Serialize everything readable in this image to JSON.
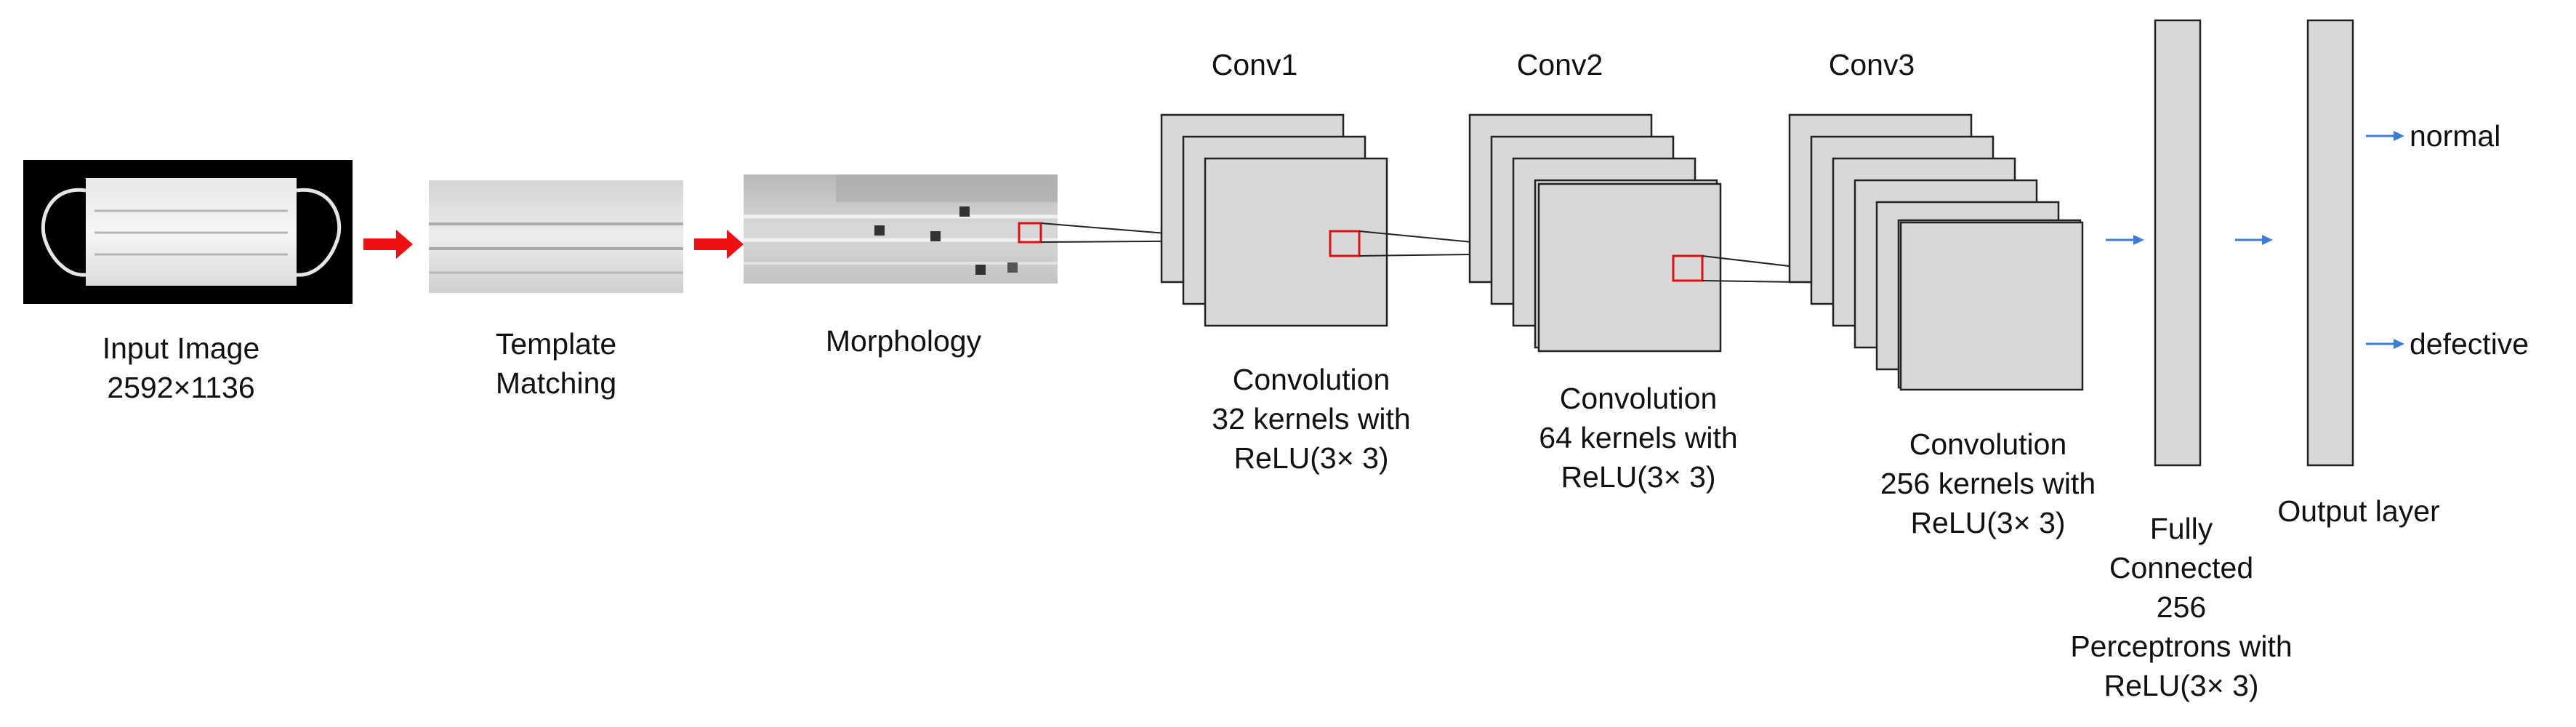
{
  "pipeline": {
    "input_label": [
      "Input Image",
      "2592×1136"
    ],
    "template_label": [
      "Template",
      "Matching"
    ],
    "morphology_label": "Morphology"
  },
  "layers": {
    "conv1": {
      "title": "Conv1",
      "caption": [
        "Convolution",
        "32 kernels with",
        "ReLU(3× 3)"
      ]
    },
    "conv2": {
      "title": "Conv2",
      "caption": [
        "Convolution",
        "64 kernels with",
        "ReLU(3× 3)"
      ]
    },
    "conv3": {
      "title": "Conv3",
      "caption": [
        "Convolution",
        "256 kernels with",
        "ReLU(3× 3)"
      ]
    },
    "fully_connected": {
      "caption": [
        "Fully",
        "Connected",
        "256",
        "Perceptrons with",
        "ReLU(3× 3)"
      ]
    },
    "output": {
      "caption": "Output layer"
    }
  },
  "outputs": [
    "normal",
    "defective"
  ],
  "colors": {
    "arrow_red": "#ee1111",
    "arrow_blue": "#3d7dd8",
    "highlight_red": "#e01010",
    "feature_map_fill": "#d8d8d8",
    "feature_map_stroke": "#222222",
    "image_background": "#000000"
  },
  "icons": {
    "pipeline_arrow": "red-right-arrow",
    "layer_arrow": "blue-right-arrow"
  }
}
